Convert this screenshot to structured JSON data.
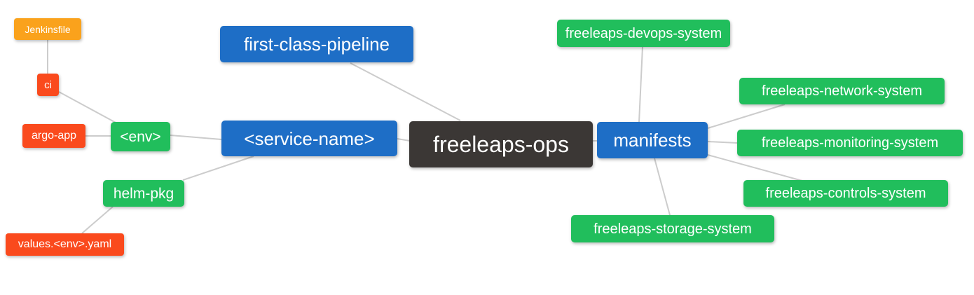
{
  "palette": {
    "blue": "#1E6EC6",
    "green": "#21BE5C",
    "red": "#FA4A1D",
    "orange": "#FAA21C",
    "dark": "#3B3735",
    "edge_line": "#CCCCCC",
    "background": "#FFFFFF",
    "node_text": "#FFFFFF"
  },
  "diagram": {
    "type": "mindmap",
    "root": "freeleaps-ops",
    "nodes": {
      "jenkinsfile": {
        "label": "Jenkinsfile",
        "color": "orange"
      },
      "ci": {
        "label": "ci",
        "color": "red"
      },
      "argo_app": {
        "label": "argo-app",
        "color": "red"
      },
      "env": {
        "label": "<env>",
        "color": "green"
      },
      "helm_pkg": {
        "label": "helm-pkg",
        "color": "green"
      },
      "values_env_yaml": {
        "label": "values.<env>.yaml",
        "color": "red"
      },
      "first_class_pipeline": {
        "label": "first-class-pipeline",
        "color": "blue"
      },
      "service_name": {
        "label": "<service-name>",
        "color": "blue"
      },
      "freeleaps_ops": {
        "label": "freeleaps-ops",
        "color": "dark"
      },
      "manifests": {
        "label": "manifests",
        "color": "blue"
      },
      "devops_system": {
        "label": "freeleaps-devops-system",
        "color": "green"
      },
      "network_system": {
        "label": "freeleaps-network-system",
        "color": "green"
      },
      "monitoring_system": {
        "label": "freeleaps-monitoring-system",
        "color": "green"
      },
      "controls_system": {
        "label": "freeleaps-controls-system",
        "color": "green"
      },
      "storage_system": {
        "label": "freeleaps-storage-system",
        "color": "green"
      }
    },
    "edges": [
      [
        "jenkinsfile",
        "ci"
      ],
      [
        "ci",
        "env"
      ],
      [
        "argo_app",
        "env"
      ],
      [
        "env",
        "service_name"
      ],
      [
        "helm_pkg",
        "service_name"
      ],
      [
        "values_env_yaml",
        "helm_pkg"
      ],
      [
        "first_class_pipeline",
        "freeleaps_ops"
      ],
      [
        "service_name",
        "freeleaps_ops"
      ],
      [
        "freeleaps_ops",
        "manifests"
      ],
      [
        "manifests",
        "devops_system"
      ],
      [
        "manifests",
        "network_system"
      ],
      [
        "manifests",
        "monitoring_system"
      ],
      [
        "manifests",
        "controls_system"
      ],
      [
        "manifests",
        "storage_system"
      ]
    ]
  }
}
